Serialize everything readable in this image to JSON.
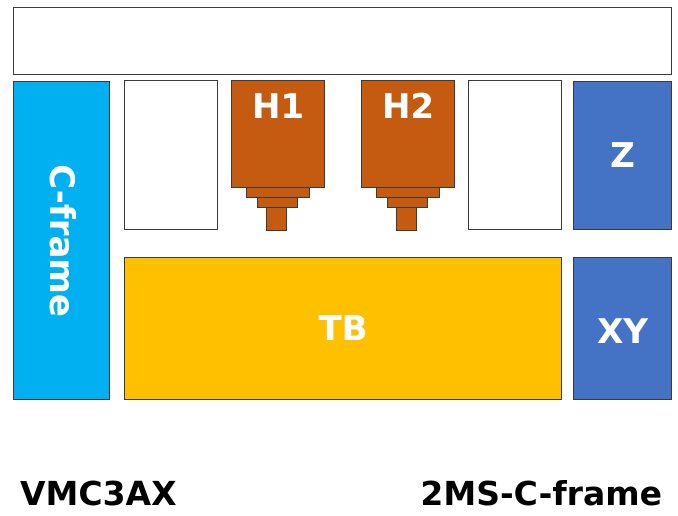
{
  "colors": {
    "cframe": "#00b0f0",
    "head": "#c55a11",
    "axis": "#4472c4",
    "table": "#ffc000"
  },
  "blocks": {
    "cframe": "C-frame",
    "h1": "H1",
    "h2": "H2",
    "z": "Z",
    "xy": "XY",
    "tb": "TB"
  },
  "captions": {
    "left": "VMC3AX",
    "right": "2MS-C-frame"
  }
}
